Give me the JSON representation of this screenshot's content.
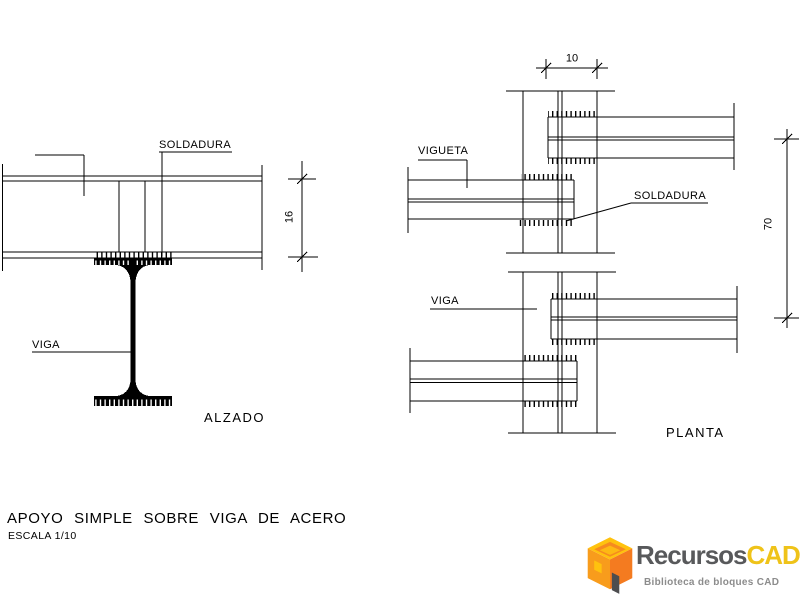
{
  "drawing": {
    "title": "APOYO SIMPLE SOBRE VIGA DE ACERO",
    "scale_note": "ESCALA 1/10",
    "line_color": "#000000",
    "background_color": "#ffffff",
    "views": {
      "alzado": {
        "label": "ALZADO",
        "annotations": {
          "soldadura": "SOLDADURA",
          "viga": "VIGA"
        },
        "dimensions": {
          "beam_depth": "16"
        }
      },
      "planta": {
        "label": "PLANTA",
        "annotations": {
          "vigueta": "VIGUETA",
          "soldadura": "SOLDADURA",
          "viga": "VIGA"
        },
        "dimensions": {
          "bearing_width": "10",
          "joist_spacing": "70"
        }
      }
    }
  },
  "logo": {
    "brand_part1": "Recursos",
    "brand_part2": "CAD",
    "tagline": "Biblioteca de bloques CAD",
    "colors": {
      "orange": "#F7941D",
      "light_orange": "#F89C1C",
      "yellow": "#FFC20E",
      "dark_gray": "#58595B",
      "cad_gold": "#EFC319"
    }
  }
}
